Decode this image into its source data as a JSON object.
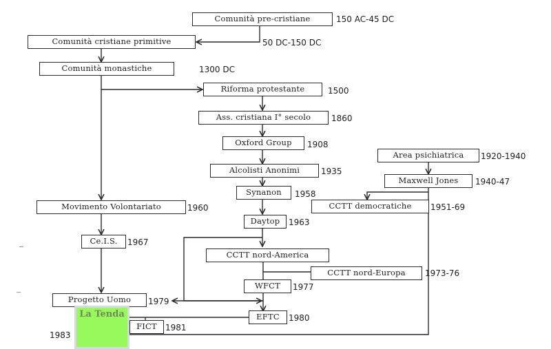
{
  "diagram": {
    "title": "",
    "nodes": [
      {
        "id": "pre_cristiane",
        "label": "Comunità pre-cristiane",
        "date": "150 AC-45 DC"
      },
      {
        "id": "cristiane_primitive",
        "label": "Comunità cristiane primitive",
        "date": "50 DC-150 DC"
      },
      {
        "id": "monastiche",
        "label": "Comunità monastiche",
        "date": "1300 DC"
      },
      {
        "id": "riforma",
        "label": "Riforma protestante",
        "date": "1500"
      },
      {
        "id": "ass_cristiana",
        "label": "Ass. cristiana I° secolo",
        "date": "1860"
      },
      {
        "id": "oxford",
        "label": "Oxford Group",
        "date": "1908"
      },
      {
        "id": "alcolisti",
        "label": "Alcolisti Anonimi",
        "date": "1935"
      },
      {
        "id": "synanon",
        "label": "Synanon",
        "date": "1958"
      },
      {
        "id": "daytop",
        "label": "Daytop",
        "date": "1963"
      },
      {
        "id": "area_psichiatrica",
        "label": "Area psichiatrica",
        "date": "1920-1940"
      },
      {
        "id": "maxwell",
        "label": "Maxwell Jones",
        "date": "1940-47"
      },
      {
        "id": "cctt_democratiche",
        "label": "CCTT democratiche",
        "date": "1951-69"
      },
      {
        "id": "volontariato",
        "label": "Movimento Volontariato",
        "date": "1960"
      },
      {
        "id": "ceis",
        "label": "Ce.I.S.",
        "date": "1967"
      },
      {
        "id": "cctt_nord_america",
        "label": "CCTT nord-America",
        "date": ""
      },
      {
        "id": "cctt_nord_europa",
        "label": "CCTT nord-Europa",
        "date": "1973-76"
      },
      {
        "id": "wfct",
        "label": "WFCT",
        "date": "1977"
      },
      {
        "id": "progetto_uomo",
        "label": "Progetto Uomo",
        "date": "1979"
      },
      {
        "id": "eftc",
        "label": "EFTC",
        "date": "1980"
      },
      {
        "id": "fict",
        "label": "FICT",
        "date": "1981"
      },
      {
        "id": "la_tenda",
        "label": "La Tenda",
        "date": "1983"
      }
    ],
    "edges": [
      {
        "from": "pre_cristiane",
        "to": "cristiane_primitive"
      },
      {
        "from": "cristiane_primitive",
        "to": "monastiche"
      },
      {
        "from": "monastiche",
        "to": "riforma"
      },
      {
        "from": "monastiche",
        "to": "volontariato"
      },
      {
        "from": "riforma",
        "to": "ass_cristiana"
      },
      {
        "from": "ass_cristiana",
        "to": "oxford"
      },
      {
        "from": "oxford",
        "to": "alcolisti"
      },
      {
        "from": "alcolisti",
        "to": "synanon"
      },
      {
        "from": "synanon",
        "to": "daytop"
      },
      {
        "from": "area_psichiatrica",
        "to": "maxwell"
      },
      {
        "from": "maxwell",
        "to": "cctt_democratiche"
      },
      {
        "from": "volontariato",
        "to": "ceis"
      },
      {
        "from": "ceis",
        "to": "progetto_uomo"
      },
      {
        "from": "daytop",
        "to": "cctt_nord_america"
      },
      {
        "from": "daytop",
        "to": "progetto_uomo"
      },
      {
        "from": "cctt_nord_america",
        "to": "cctt_nord_europa"
      },
      {
        "from": "cctt_nord_america",
        "to": "wfct"
      },
      {
        "from": "wfct",
        "to": "eftc"
      },
      {
        "from": "wfct",
        "to": "progetto_uomo"
      },
      {
        "from": "eftc",
        "to": "fict"
      },
      {
        "from": "maxwell",
        "to": "la_tenda"
      }
    ],
    "colors": {
      "line": "#2a2a2a",
      "highlight_fill": "#98f95c",
      "highlight_text": "#6f8a5a"
    }
  }
}
